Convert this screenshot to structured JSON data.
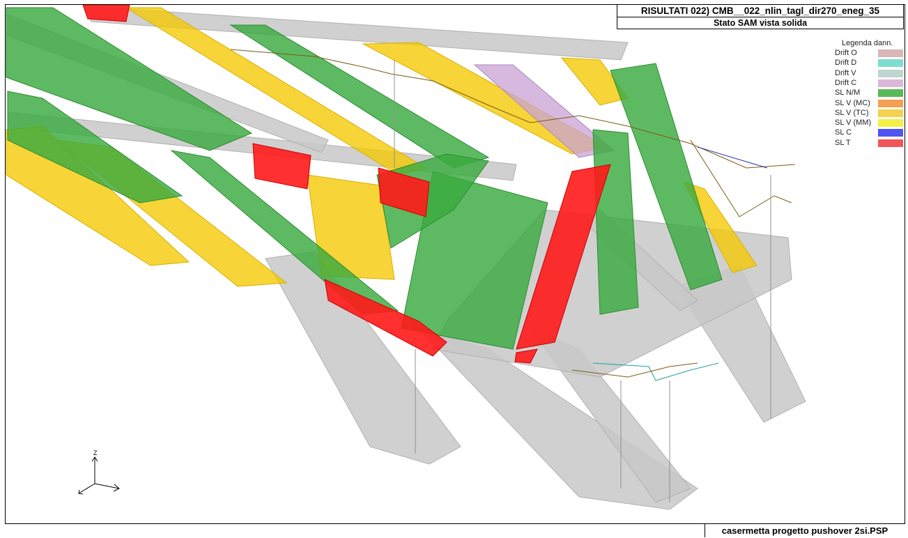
{
  "header": {
    "title": "RISULTATI  022) CMB__022_nlin_tagl_dir270_eneg_35",
    "subtitle": "Stato SAM vista solida"
  },
  "legend": {
    "title": "Legenda dann.",
    "items": [
      {
        "label": "Drift O",
        "color": "#d9b7b6"
      },
      {
        "label": "Drift D",
        "color": "#7fdcd0"
      },
      {
        "label": "Drift V",
        "color": "#bfd5cf"
      },
      {
        "label": "Drift C",
        "color": "#d9b8d8"
      },
      {
        "label": "SL N/M",
        "color": "#59b85a"
      },
      {
        "label": "SL V (MC)",
        "color": "#f2a051"
      },
      {
        "label": "SL V (TC)",
        "color": "#f6d04f"
      },
      {
        "label": "SL V (MM)",
        "color": "#f4ef45"
      },
      {
        "label": "SL C",
        "color": "#4f55f0"
      },
      {
        "label": "SL T",
        "color": "#f0565b"
      }
    ]
  },
  "axes": {
    "z_label": "Z"
  },
  "footer": {
    "filename": "casermetta progetto pushover 2si.PSP"
  },
  "colors": {
    "grey": "#c8c8c8",
    "green": "#3aab3f",
    "yellow": "#f5c800",
    "red": "#ff1a1a",
    "lilac": "#c9a1d6"
  }
}
